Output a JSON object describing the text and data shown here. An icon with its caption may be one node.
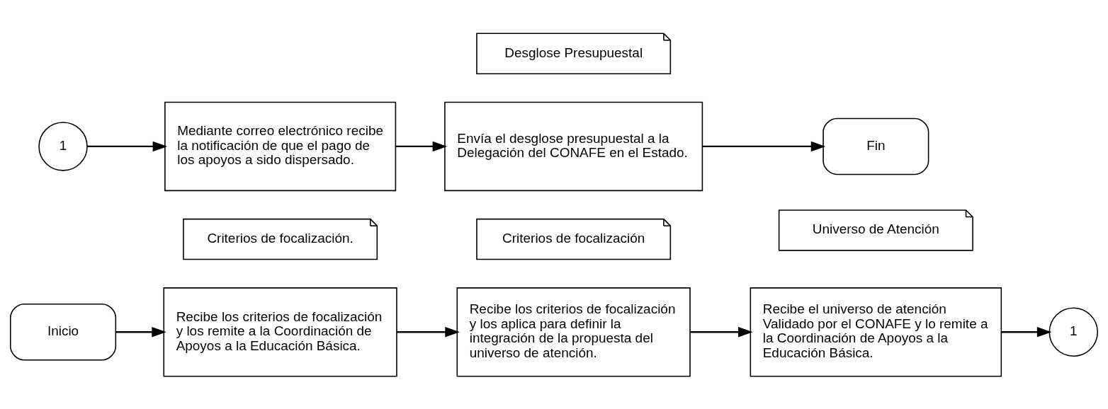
{
  "diagram": {
    "nodes": [
      {
        "text": [
          "Inicio"
        ]
      },
      {
        "text": [
          "Recibe los criterios de focalización y los remite a la Coordinación de Apoyos a la Educación Básica."
        ]
      },
      {
        "text": [
          "Criterios de focalización."
        ]
      },
      {
        "text": [
          "Recibe los criterios de focalización y los aplica para definir la integración de la propuesta del universo de atención."
        ]
      },
      {
        "text": [
          "Criterios de focalización"
        ]
      },
      {
        "text": [
          "Recibe el universo de atención Validado por el CONAFE y lo remite a la Coordinación de Apoyos a la Educación Básica."
        ]
      },
      {
        "text": [
          "Universo de Atención"
        ]
      },
      {
        "text": [
          "1"
        ]
      },
      {
        "text": [
          "1"
        ]
      },
      {
        "text": [
          "Mediante correo electrónico recibe la notificación de que el pago de los apoyos a sido dispersado."
        ]
      },
      {
        "text": [
          "Envía el desglose presupuestal a la Delegación del CONAFE en el Estado."
        ]
      },
      {
        "text": [
          "Desglose Presupuestal"
        ]
      },
      {
        "text": [
          "Fin"
        ]
      }
    ],
    "edges": [
      {
        "from": 0,
        "to": 1,
        "arrow": "to"
      },
      {
        "from": 1,
        "to": 3,
        "arrow": "to"
      },
      {
        "from": 3,
        "to": 5,
        "arrow": "to"
      },
      {
        "from": 5,
        "to": 7,
        "arrow": "to"
      },
      {
        "from": 8,
        "to": 9,
        "arrow": "to"
      },
      {
        "from": 9,
        "to": 10,
        "arrow": "to"
      },
      {
        "from": 10,
        "to": 12,
        "arrow": "to"
      }
    ]
  }
}
